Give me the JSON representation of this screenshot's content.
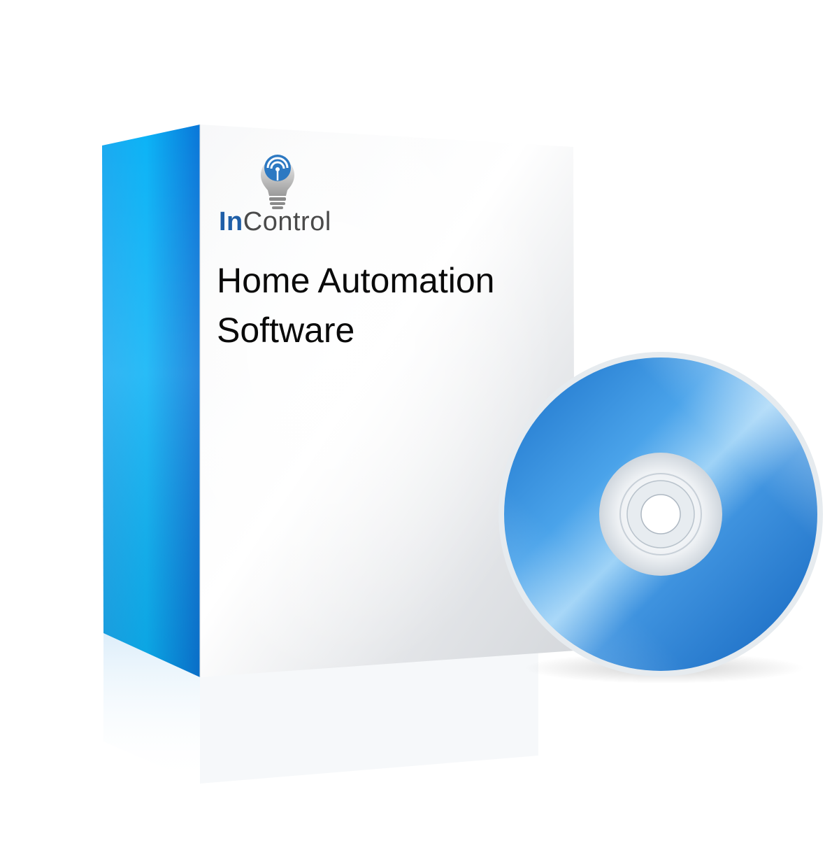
{
  "brand": {
    "name_highlight": "In",
    "name_rest": "Control"
  },
  "product": {
    "title_line1": "Home Automation",
    "title_line2": "Software"
  },
  "icons": {
    "logo": "lightbulb-wifi-icon",
    "disc": "cd-disc-icon"
  },
  "colors": {
    "box_side": "#0a8ee6",
    "box_front": "#f1f3f5",
    "disc_blue": "#2f86d8",
    "brand_blue": "#1f5fa8",
    "text": "#0a0a0a"
  }
}
